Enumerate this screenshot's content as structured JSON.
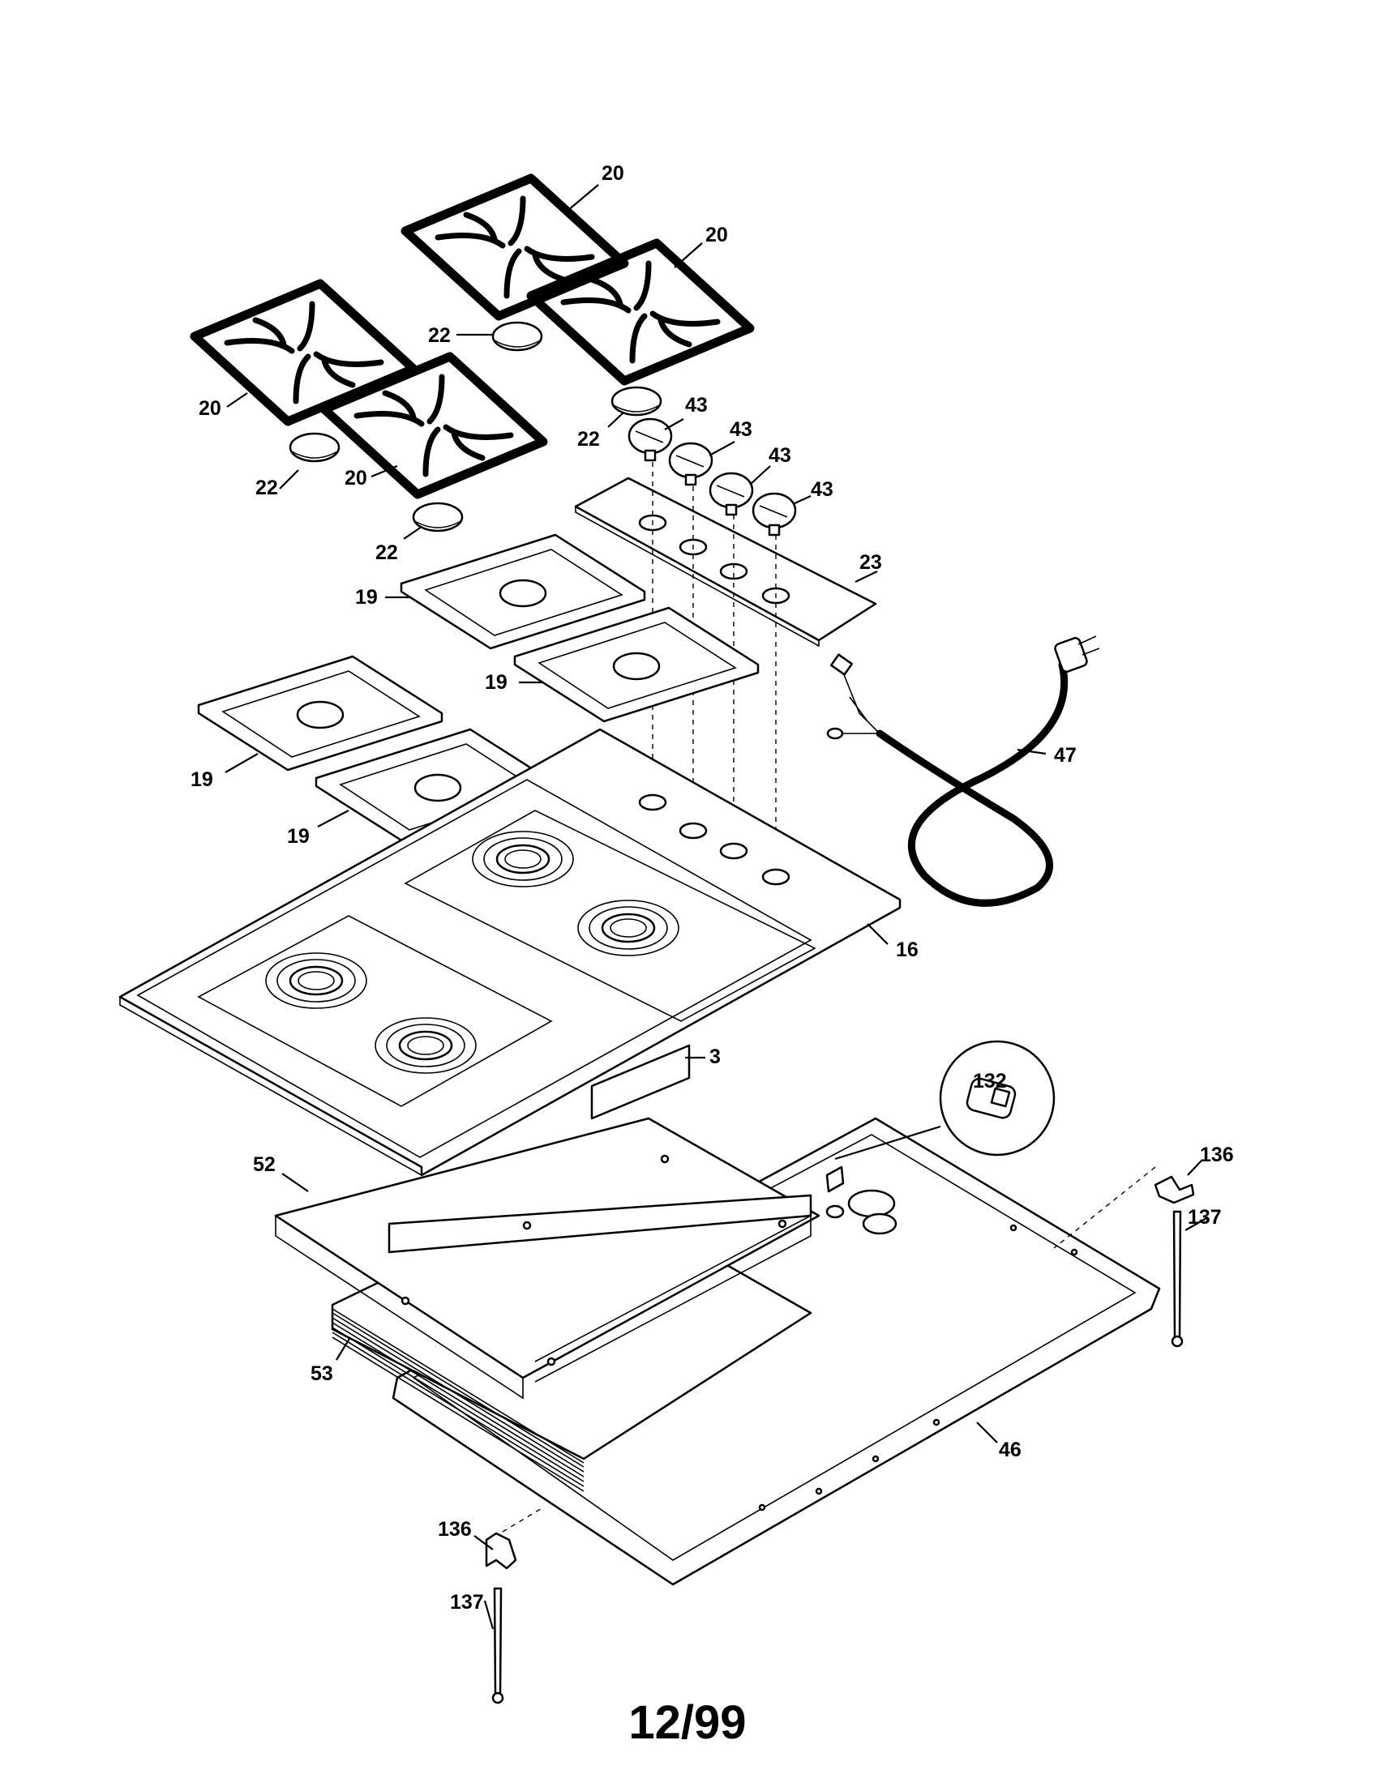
{
  "callouts": {
    "c20a": "20",
    "c20b": "20",
    "c20c": "20",
    "c20d": "20",
    "c22a": "22",
    "c22b": "22",
    "c22c": "22",
    "c22d": "22",
    "c43a": "43",
    "c43b": "43",
    "c43c": "43",
    "c43d": "43",
    "c23": "23",
    "c19a": "19",
    "c19b": "19",
    "c19c": "19",
    "c19d": "19",
    "c47": "47",
    "c16": "16",
    "c3": "3",
    "c132": "132",
    "c52": "52",
    "c136a": "136",
    "c136b": "136",
    "c137a": "137",
    "c137b": "137",
    "c53": "53",
    "c46": "46"
  },
  "footer": {
    "date": "12/99"
  }
}
